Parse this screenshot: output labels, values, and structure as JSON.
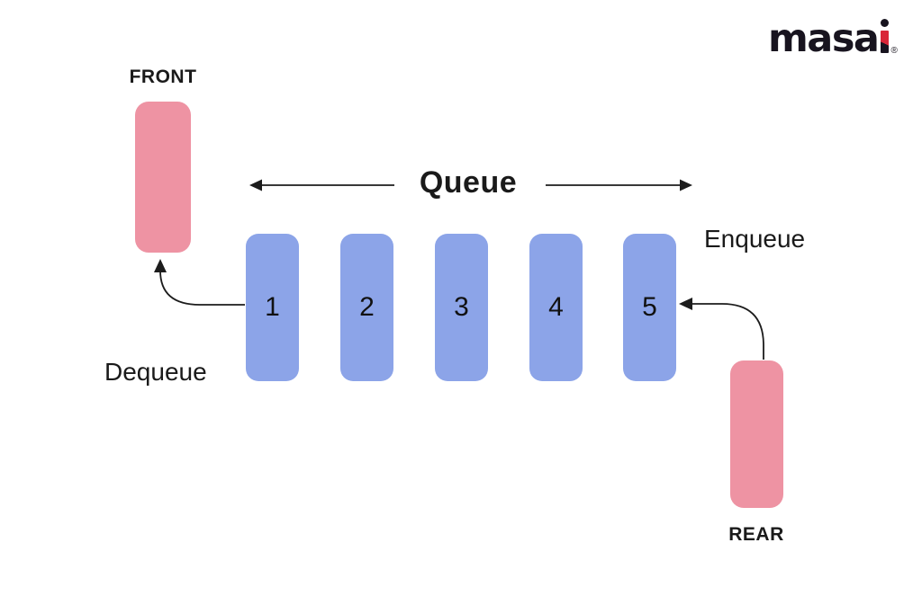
{
  "brand": {
    "name": "masai",
    "prefix": "masa",
    "registered_mark": "®"
  },
  "title": {
    "text": "Queue"
  },
  "labels": {
    "front": "FRONT",
    "rear": "REAR",
    "dequeue": "Dequeue",
    "enqueue": "Enqueue"
  },
  "queue": {
    "items": [
      {
        "value": "1"
      },
      {
        "value": "2"
      },
      {
        "value": "3"
      },
      {
        "value": "4"
      },
      {
        "value": "5"
      }
    ]
  },
  "colors": {
    "cell_blue": "#8CA4E8",
    "pointer_pink": "#EE93A3",
    "logo_red": "#D92638",
    "logo_dark": "#18141F",
    "text_dark": "#1A1A1A",
    "background": "#FFFFFF"
  }
}
